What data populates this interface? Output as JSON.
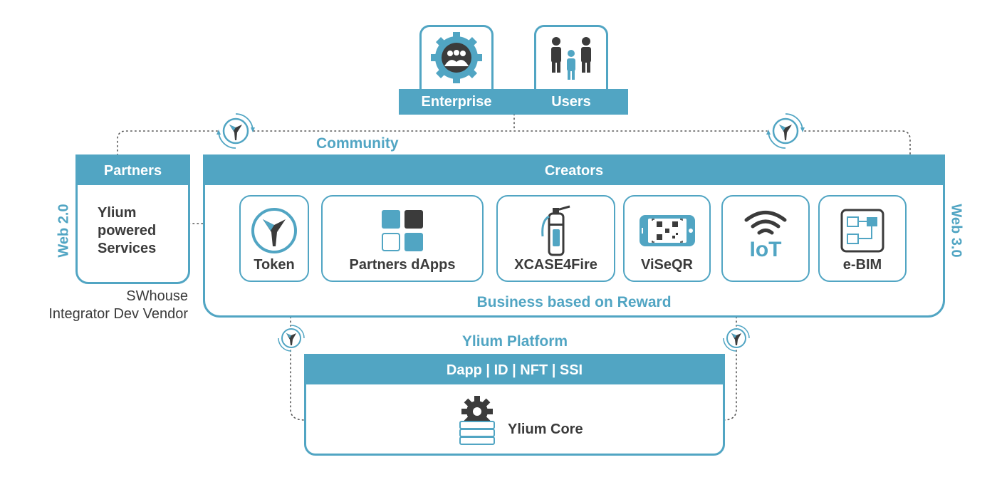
{
  "enterprise": {
    "label": "Enterprise"
  },
  "users": {
    "label": "Users"
  },
  "community": {
    "label": "Community"
  },
  "partners": {
    "header": "Partners",
    "body_lines": [
      "Ylium",
      "powered",
      "Services"
    ]
  },
  "web2": {
    "label": "Web 2.0"
  },
  "web3": {
    "label": "Web 3.0"
  },
  "swhouse": {
    "line1": "SWhouse",
    "line2": "Integrator Dev Vendor"
  },
  "creators": {
    "header": "Creators",
    "footer": "Business based on Reward",
    "tiles": [
      {
        "label": "Token",
        "icon": "ylium-token-icon"
      },
      {
        "label": "Partners dApps",
        "icon": "dapps-grid-icon"
      },
      {
        "label": "XCASE4Fire",
        "icon": "fire-extinguisher-icon"
      },
      {
        "label": "ViSeQR",
        "icon": "phone-qr-icon"
      },
      {
        "label": "",
        "icon": "iot-wifi-icon",
        "icon_text": "IoT"
      },
      {
        "label": "e-BIM",
        "icon": "bim-diagram-icon"
      }
    ]
  },
  "platform": {
    "title": "Ylium Platform",
    "header": "Dapp | ID | NFT | SSI",
    "core_label": "Ylium Core"
  },
  "colors": {
    "accent": "#51a5c3",
    "dark": "#3b3b3b"
  }
}
